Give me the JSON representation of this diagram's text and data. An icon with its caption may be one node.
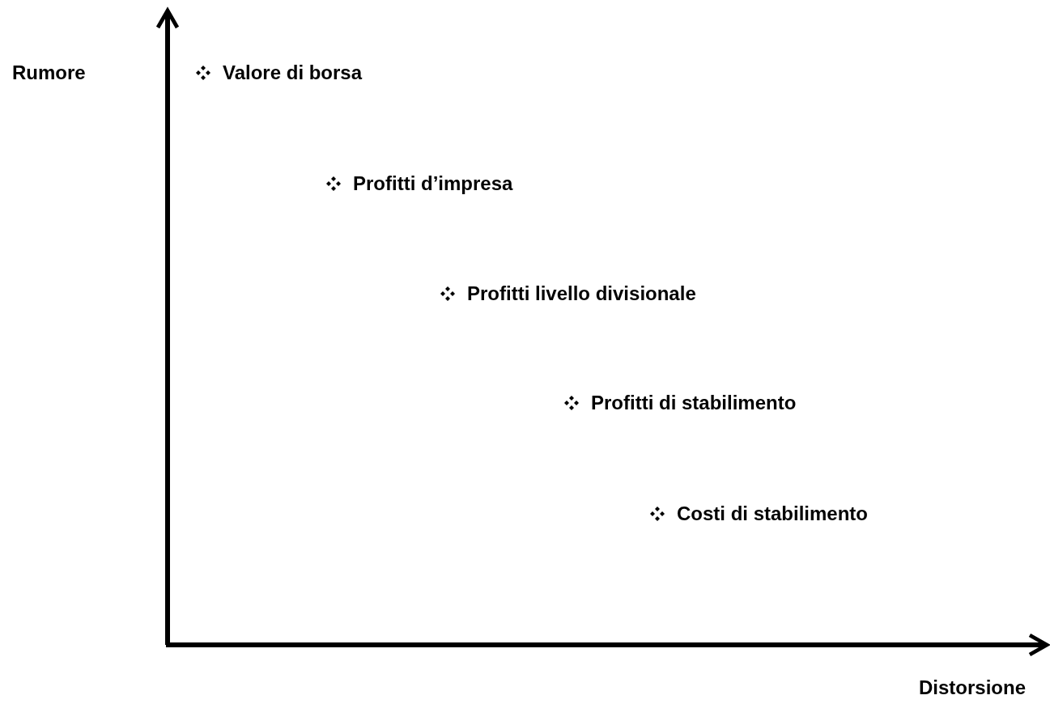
{
  "diagram": {
    "labels": [
      "Rumore",
      "Valore di borsa",
      "Profitti d’impresa",
      "Profitti livello divisionale",
      "Profitti di stabilimento",
      "Costi di stabilimento",
      "Distorsione"
    ]
  }
}
